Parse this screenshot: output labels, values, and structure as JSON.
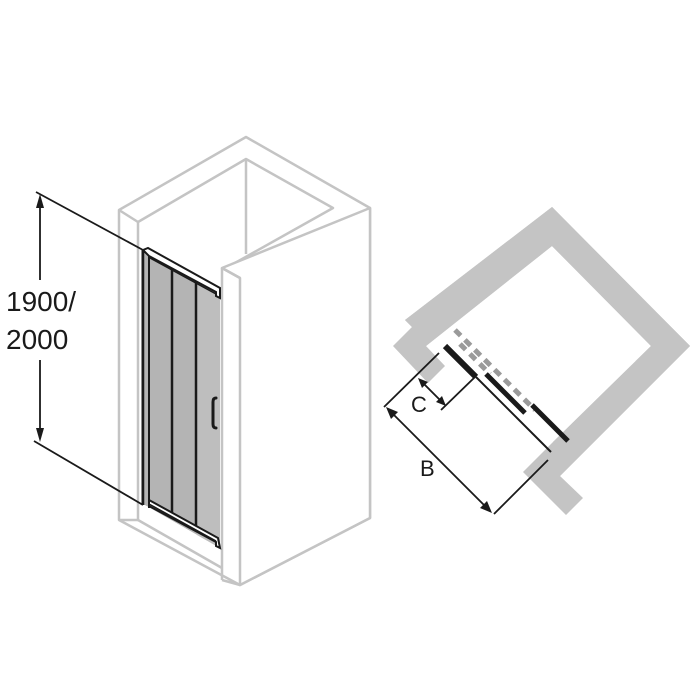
{
  "diagram": {
    "type": "technical-drawing",
    "subject": "shower-enclosure-sliding-door",
    "colors": {
      "wall": "#c4c4c4",
      "wall_fill": "#ffffff",
      "glass": "#b0b0b0",
      "frame": "#1a1a1a",
      "dimension": "#1a1a1a",
      "dashed": "#9a9a9a"
    }
  },
  "elevation_view": {
    "height_label_line1": "1900/",
    "height_label_line2": "2000"
  },
  "plan_view": {
    "dim_b_label": "B",
    "dim_c_label": "C"
  }
}
